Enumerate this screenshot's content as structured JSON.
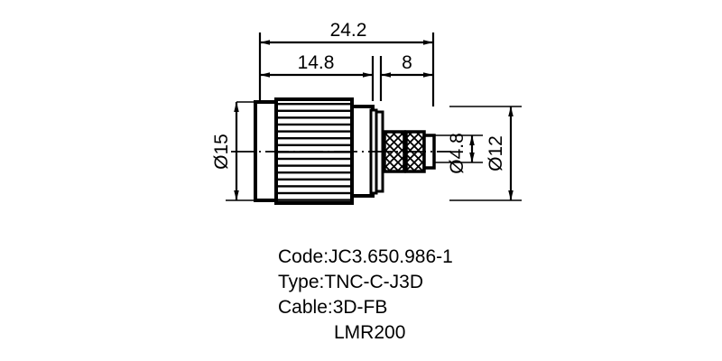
{
  "drawing": {
    "title": "TNC connector outline drawing",
    "units": "mm",
    "line_color": "#000000",
    "background": "#ffffff",
    "dimensions": {
      "overall_length": "24.2",
      "body_length": "14.8",
      "ferrule_length": "8",
      "nut_diameter": "Ø15",
      "ferrule_diameter": "Ø4.8",
      "body_diameter": "Ø12"
    }
  },
  "labels": {
    "code": "Code:JC3.650.986-1",
    "type": "Type:TNC-C-J3D",
    "cable": "Cable:3D-FB",
    "cable2": "LMR200"
  }
}
